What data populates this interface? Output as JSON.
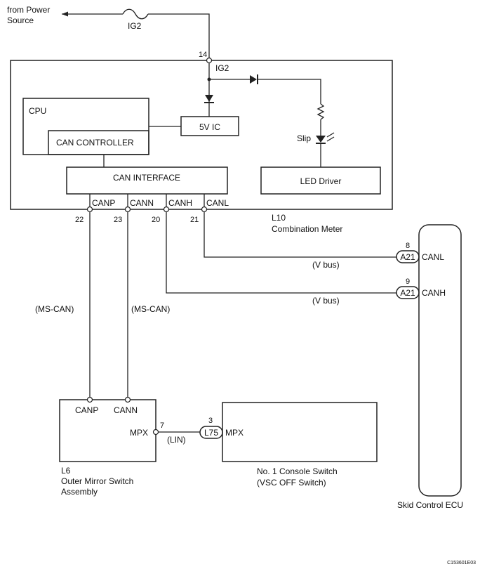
{
  "power": {
    "source_line1": "from Power",
    "source_line2": "Source",
    "fuse": "IG2"
  },
  "meter": {
    "pin14": "14",
    "ig2": "IG2",
    "cpu": "CPU",
    "can_controller": "CAN CONTROLLER",
    "ic": "5V IC",
    "can_interface": "CAN INTERFACE",
    "slip": "Slip",
    "led_driver": "LED Driver",
    "terminals": [
      "CANP",
      "CANN",
      "CANH",
      "CANL"
    ],
    "pins": [
      "22",
      "23",
      "20",
      "21"
    ],
    "code": "L10",
    "name": "Combination Meter"
  },
  "buses": {
    "vbus1": "(V bus)",
    "vbus2": "(V bus)",
    "mscan1": "(MS-CAN)",
    "mscan2": "(MS-CAN)",
    "lin": "(LIN)"
  },
  "skid": {
    "canl_pin": "8",
    "canl_conn": "A21",
    "canl_label": "CANL",
    "canh_pin": "9",
    "canh_conn": "A21",
    "canh_label": "CANH",
    "name": "Skid Control ECU"
  },
  "mirror": {
    "canp": "CANP",
    "cann": "CANN",
    "mpx": "MPX",
    "pin": "7",
    "code": "L6",
    "name_line1": "Outer Mirror Switch",
    "name_line2": "Assembly"
  },
  "console": {
    "pin": "3",
    "conn": "L75",
    "mpx": "MPX",
    "name_line1": "No. 1 Console Switch",
    "name_line2": "(VSC OFF Switch)"
  },
  "figure_code": "C153601E03"
}
